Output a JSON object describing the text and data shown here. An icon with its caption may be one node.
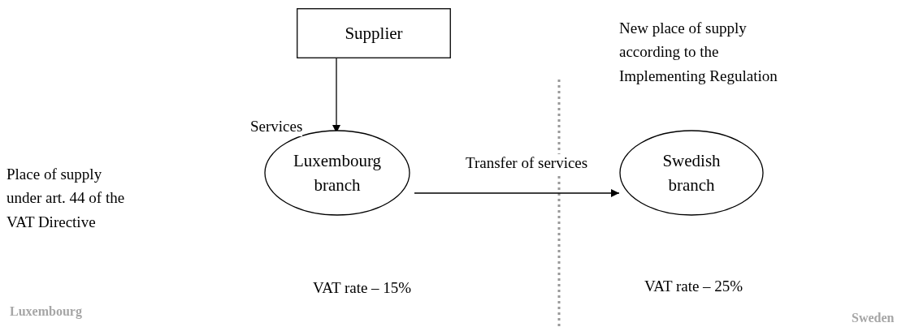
{
  "diagram": {
    "nodes": [
      {
        "text": [
          "Supplier"
        ]
      },
      {
        "text": [
          "Luxembourg branch"
        ]
      },
      {
        "text": [
          "Swedish branch"
        ]
      }
    ],
    "edges": [
      {
        "from": 0,
        "to": 1,
        "arrow": "to",
        "label": "Services"
      },
      {
        "from": 1,
        "to": 2,
        "arrow": "to",
        "label": "Transfer of services"
      }
    ],
    "labels": [
      "New place of supply according to the Implementing Regulation",
      "Place of supply under art. 44 of the VAT Directive",
      "VAT rate – 15%",
      "VAT rate – 25%",
      "Luxembourg",
      "Sweden"
    ]
  }
}
